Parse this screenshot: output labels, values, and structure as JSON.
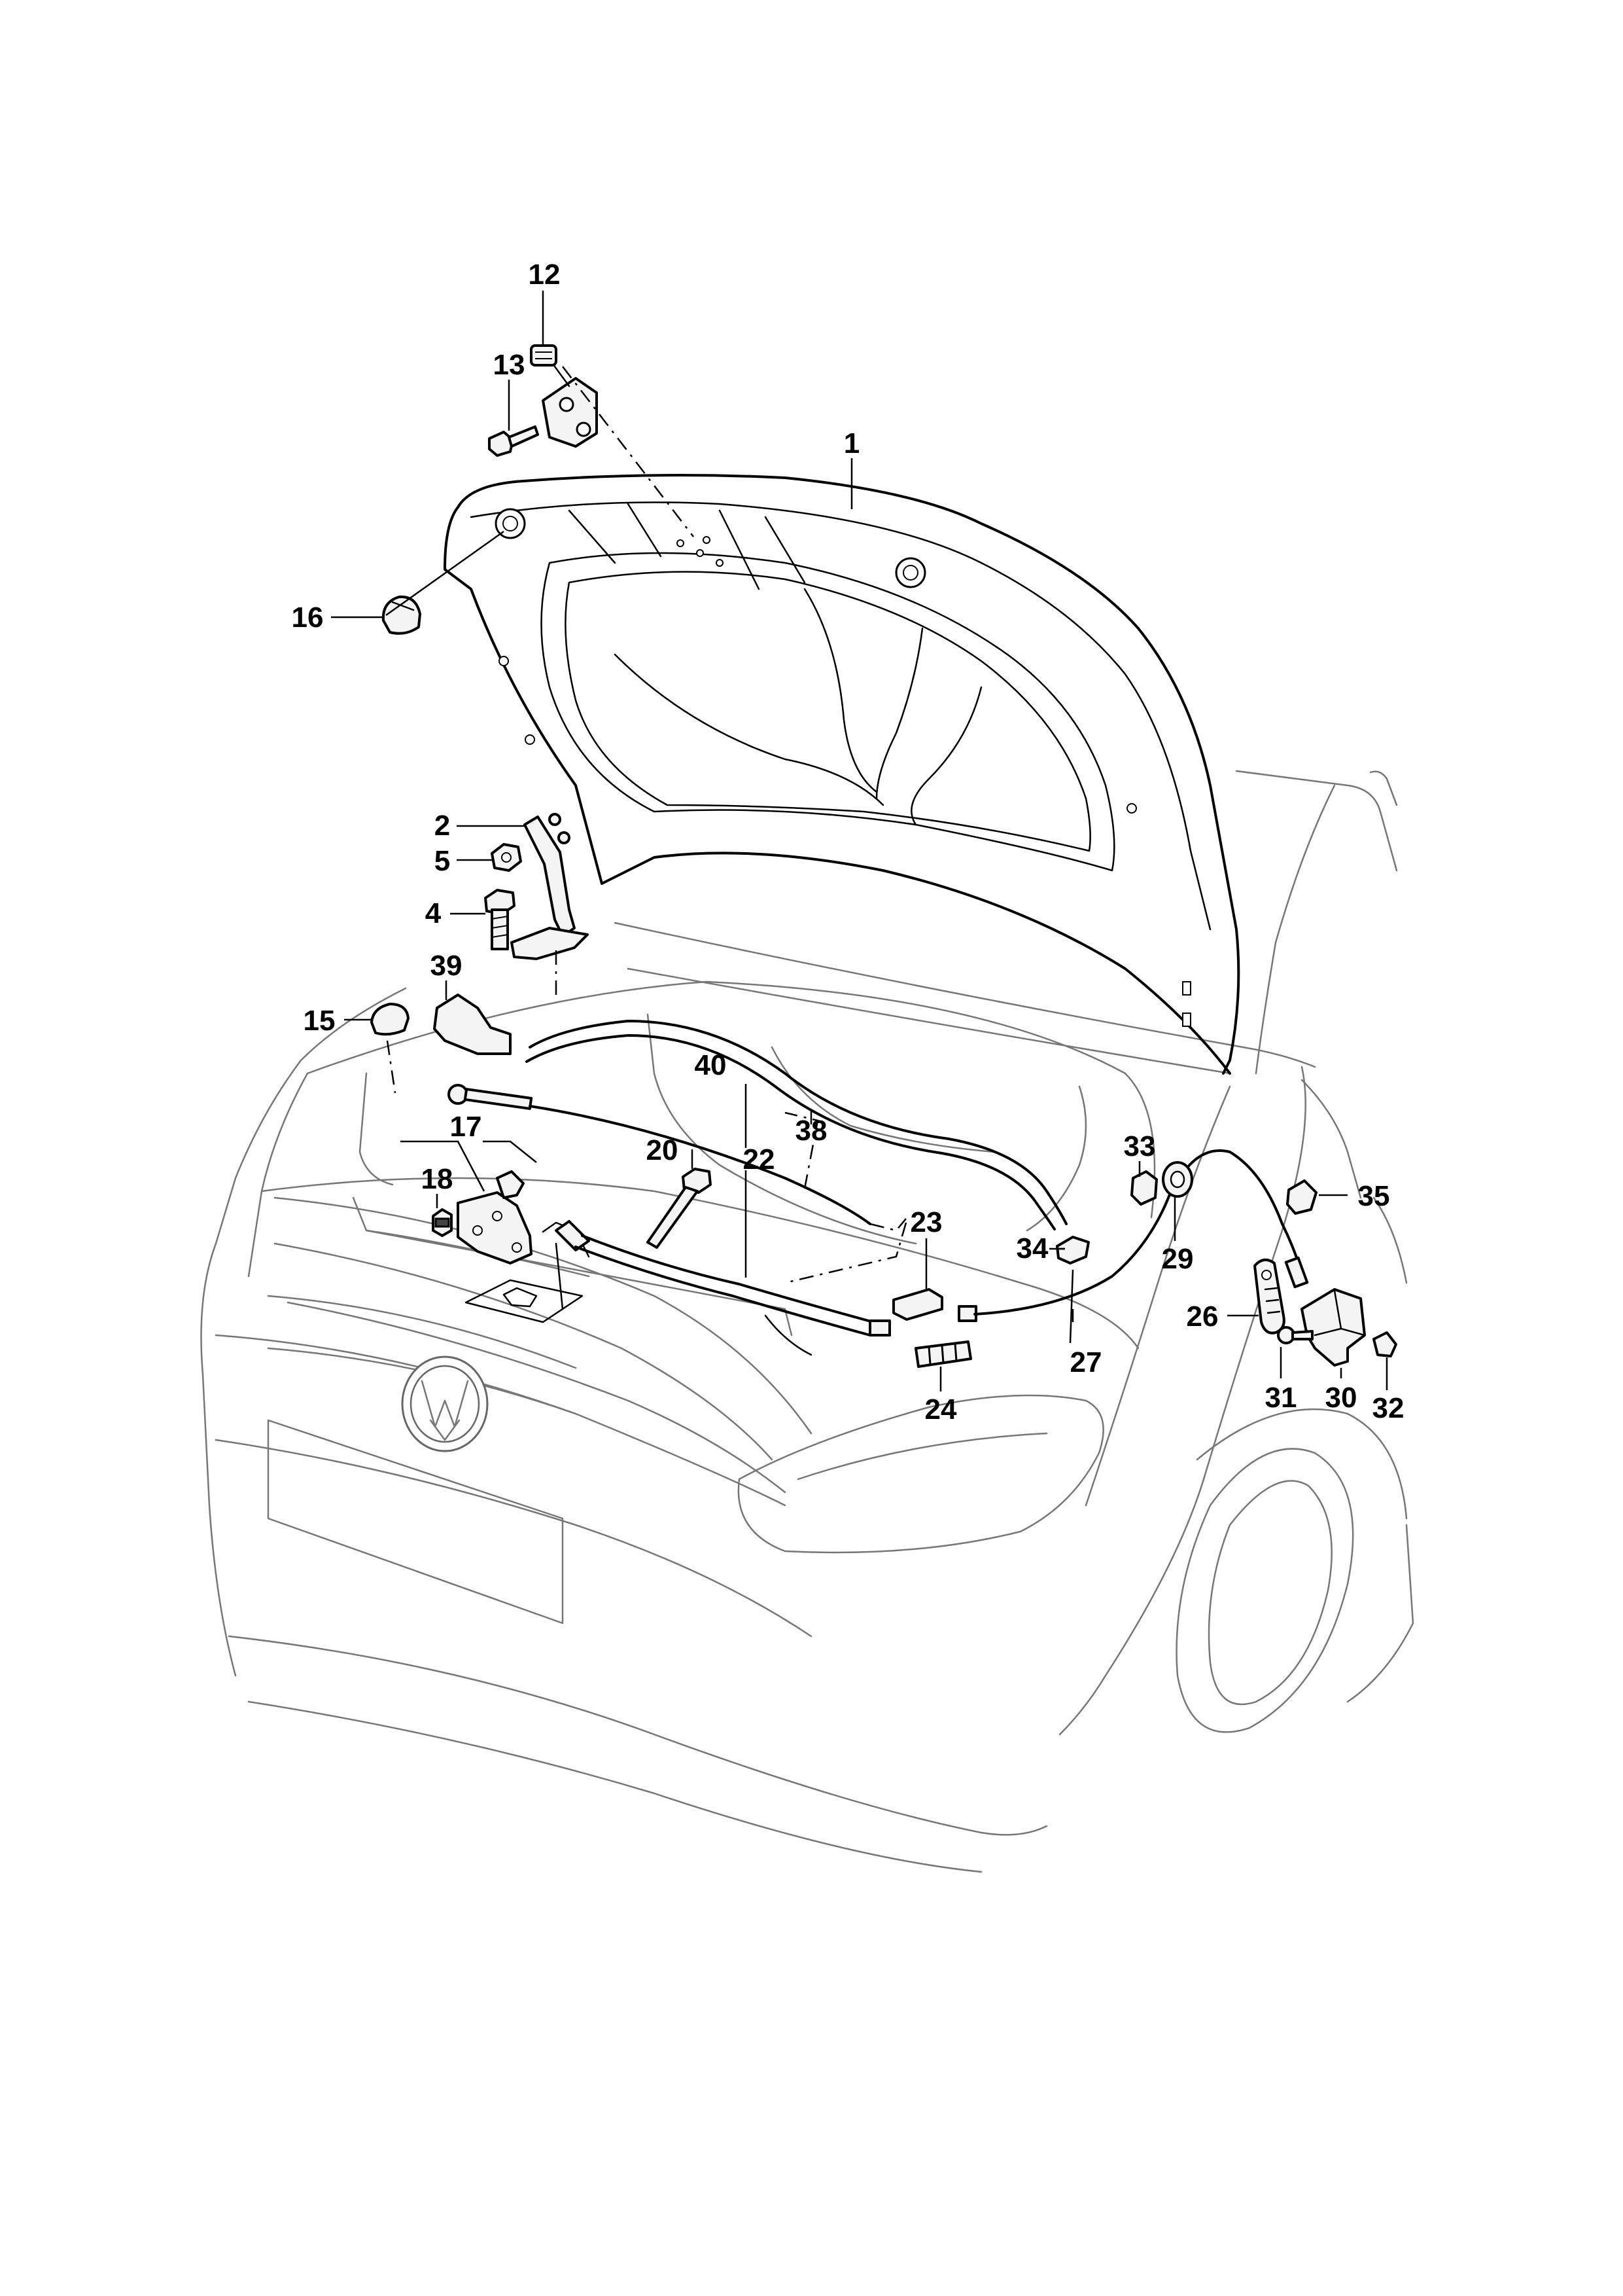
{
  "diagram": {
    "labels": [
      "1",
      "2",
      "4",
      "5",
      "12",
      "13",
      "15",
      "16",
      "17",
      "18",
      "20",
      "22",
      "23",
      "24",
      "26",
      "27",
      "29",
      "30",
      "31",
      "32",
      "33",
      "34",
      "35",
      "38",
      "39",
      "40"
    ]
  }
}
